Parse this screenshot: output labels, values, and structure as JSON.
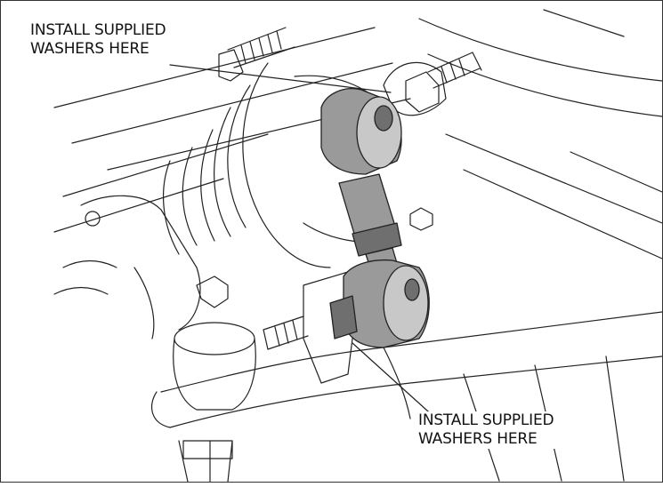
{
  "callouts": [
    {
      "line1": "INSTALL SUPPLIED",
      "line2": "WASHERS HERE"
    },
    {
      "line1": "INSTALL SUPPLIED",
      "line2": "WASHERS HERE"
    }
  ],
  "colors": {
    "line": "#222222",
    "part_fill": "#9a9a9a",
    "part_dark": "#6f6f6f",
    "part_light": "#c8c8c8",
    "background": "#ffffff"
  }
}
